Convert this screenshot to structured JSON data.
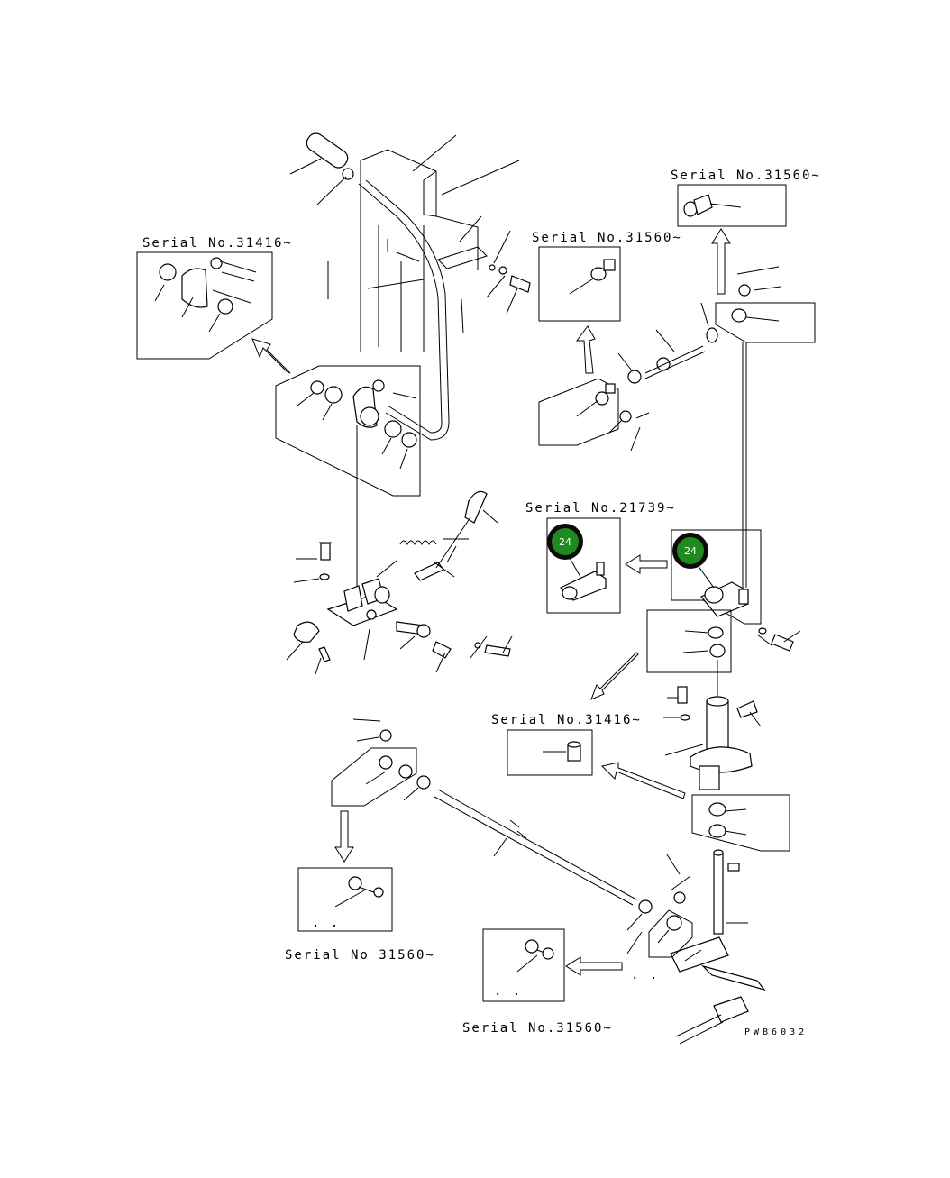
{
  "diagram": {
    "drawing_code": "PWB6032",
    "serial_labels": {
      "top_left_detail": "Serial No.31416~",
      "top_middle_detail": "Serial No.31560~",
      "top_right_detail": "Serial No.31560~",
      "middle_detail_21739": "Serial No.21739~",
      "middle_lower_detail": "Serial No.31416~",
      "bottom_left_detail": "Serial No 31560~",
      "bottom_middle_detail": "Serial No.31560~"
    },
    "callouts": [
      {
        "id": "callout-left",
        "number": "24"
      },
      {
        "id": "callout-right",
        "number": "24"
      }
    ],
    "colors": {
      "callout_fill": "#1f8a1f",
      "callout_ring": "#0b0b0b",
      "line": "#000000"
    }
  }
}
